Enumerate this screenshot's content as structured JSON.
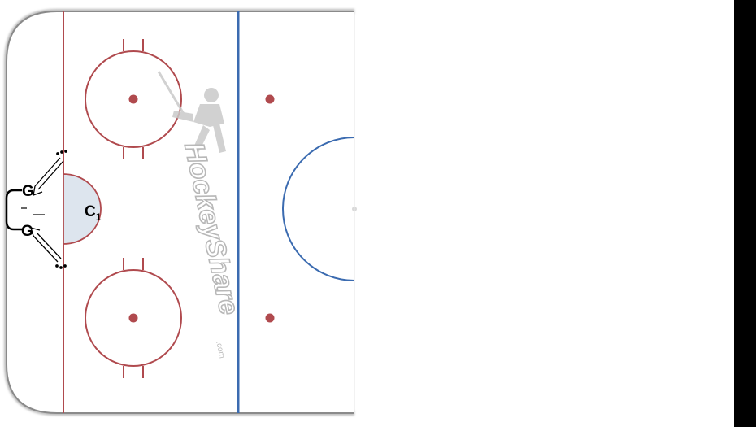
{
  "watermark": {
    "text": "HockeyShare",
    "suffix": ".com"
  },
  "players": {
    "goalie_top": "G",
    "goalie_bottom": "G",
    "coach": "C",
    "coach_subscript": "1"
  },
  "colors": {
    "red_line": "#b04a4e",
    "blue_line": "#3b6bb0",
    "board": "#8a8a8a",
    "crease_fill": "#dde5ee",
    "right_bar": "#000000"
  }
}
